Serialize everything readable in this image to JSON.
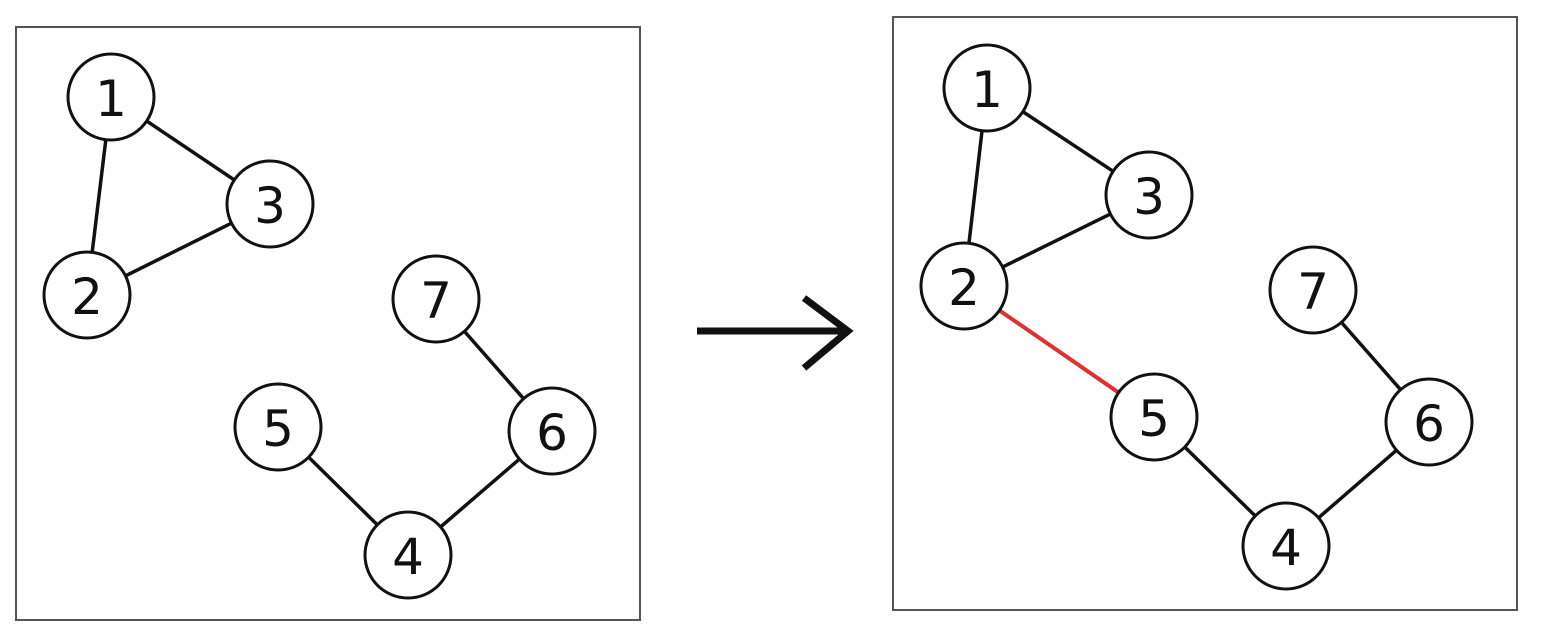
{
  "colors": {
    "edge": "#111111",
    "added_edge": "#e03030",
    "frame": "#555555"
  },
  "transition_arrow": {
    "icon": "right-arrow-icon"
  },
  "panels": [
    {
      "id": "before",
      "nodes": [
        {
          "id": "1",
          "label": "1"
        },
        {
          "id": "2",
          "label": "2"
        },
        {
          "id": "3",
          "label": "3"
        },
        {
          "id": "4",
          "label": "4"
        },
        {
          "id": "5",
          "label": "5"
        },
        {
          "id": "6",
          "label": "6"
        },
        {
          "id": "7",
          "label": "7"
        }
      ],
      "edges": [
        {
          "from": "1",
          "to": "2"
        },
        {
          "from": "1",
          "to": "3"
        },
        {
          "from": "2",
          "to": "3"
        },
        {
          "from": "5",
          "to": "4"
        },
        {
          "from": "4",
          "to": "6"
        },
        {
          "from": "6",
          "to": "7"
        }
      ]
    },
    {
      "id": "after",
      "nodes": [
        {
          "id": "1",
          "label": "1"
        },
        {
          "id": "2",
          "label": "2"
        },
        {
          "id": "3",
          "label": "3"
        },
        {
          "id": "4",
          "label": "4"
        },
        {
          "id": "5",
          "label": "5"
        },
        {
          "id": "6",
          "label": "6"
        },
        {
          "id": "7",
          "label": "7"
        }
      ],
      "edges": [
        {
          "from": "1",
          "to": "2"
        },
        {
          "from": "1",
          "to": "3"
        },
        {
          "from": "2",
          "to": "3"
        },
        {
          "from": "2",
          "to": "5",
          "added": true
        },
        {
          "from": "5",
          "to": "4"
        },
        {
          "from": "4",
          "to": "6"
        },
        {
          "from": "6",
          "to": "7"
        }
      ]
    }
  ]
}
